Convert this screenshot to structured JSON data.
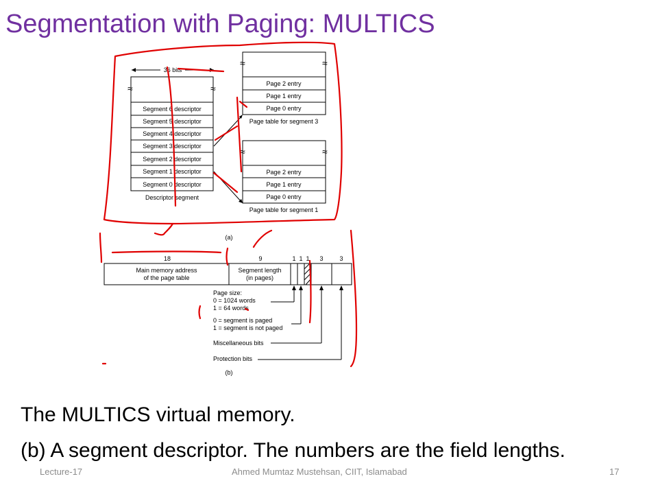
{
  "title": "Segmentation with Paging: MULTICS",
  "figure_a": {
    "width_label": "36 bits",
    "descriptor_rows": [
      "Segment 6 descriptor",
      "Segment 5 descriptor",
      "Segment 4 descriptor",
      "Segment 3 descriptor",
      "Segment 2 descriptor",
      "Segment 1 descriptor",
      "Segment 0 descriptor"
    ],
    "descriptor_caption": "Descriptor segment",
    "page_table_top_rows": [
      "Page 2 entry",
      "Page 1 entry",
      "Page 0 entry"
    ],
    "page_table_top_caption": "Page table for segment 3",
    "page_table_bottom_rows": [
      "Page 2 entry",
      "Page 1 entry",
      "Page 0 entry"
    ],
    "page_table_bottom_caption": "Page table for segment 1",
    "label": "(a)"
  },
  "figure_b": {
    "field_lengths": [
      "18",
      "9",
      "1",
      "1",
      "1",
      "3",
      "3"
    ],
    "field_main_line1": "Main memory address",
    "field_main_line2": "of the page table",
    "field_seg_line1": "Segment length",
    "field_seg_line2": "(in pages)",
    "page_size_lines": [
      "Page size:",
      "0 = 1024 words",
      "1 = 64 words"
    ],
    "paged_lines": [
      "0 = segment is paged",
      "1 = segment is not paged"
    ],
    "misc_label": "Miscellaneous bits",
    "protection_label": "Protection bits",
    "label": "(b)"
  },
  "caption_line1": "The MULTICS virtual memory.",
  "caption_line2": "(b) A segment descriptor. The numbers are the field lengths.",
  "footer": {
    "left": "Lecture-17",
    "center": "Ahmed Mumtaz Mustehsan, CIIT, Islamabad",
    "right": "17"
  },
  "colors": {
    "title": "#7030a0",
    "annotation": "#e00000",
    "footer": "#8c8c8c"
  }
}
